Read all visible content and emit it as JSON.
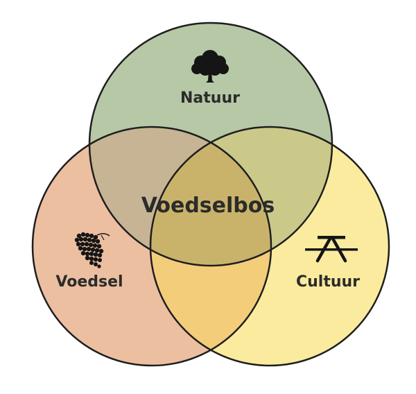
{
  "diagram": {
    "center_label": "Voedselbos",
    "circles": [
      {
        "id": "natuur",
        "label": "Natuur",
        "icon": "tree-icon",
        "color": "#b6c8a6"
      },
      {
        "id": "voedsel",
        "label": "Voedsel",
        "icon": "berry-cluster-icon",
        "color": "#ecbfa0"
      },
      {
        "id": "cultuur",
        "label": "Cultuur",
        "icon": "picnic-table-icon",
        "color": "#fbeb9e"
      }
    ],
    "overlap_colors": {
      "natuur_voedsel": "#c6b494",
      "natuur_cultuur": "#cbc98a",
      "voedsel_cultuur": "#f3cd79",
      "all": "#c9b36b"
    },
    "outline_color": "#1e1e1e"
  }
}
